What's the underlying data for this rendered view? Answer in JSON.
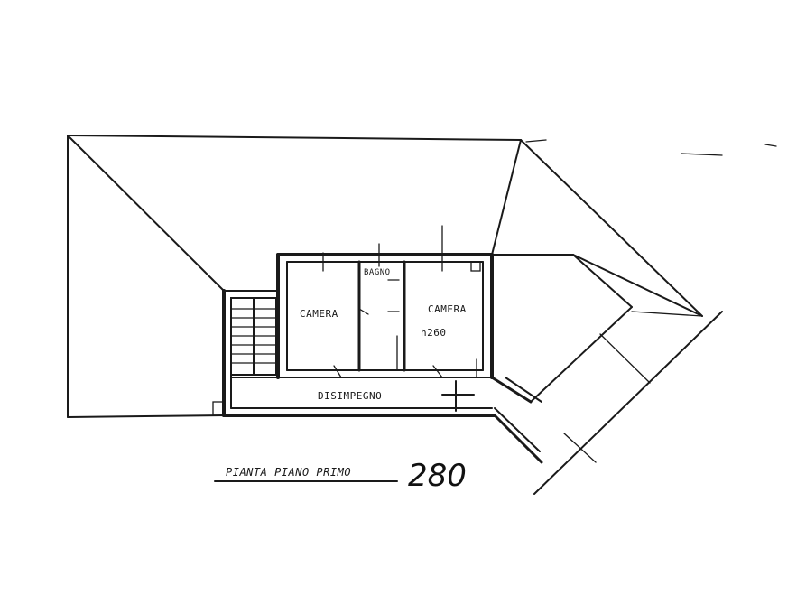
{
  "plan": {
    "rooms": {
      "camera_left": "CAMERA",
      "bagno": "BAGNO",
      "camera_right": "CAMERA",
      "height_note": "h260",
      "disimpegno": "DISIMPEGNO"
    },
    "caption": "PIANTA PIANO PRIMO",
    "scale_value": "280"
  }
}
